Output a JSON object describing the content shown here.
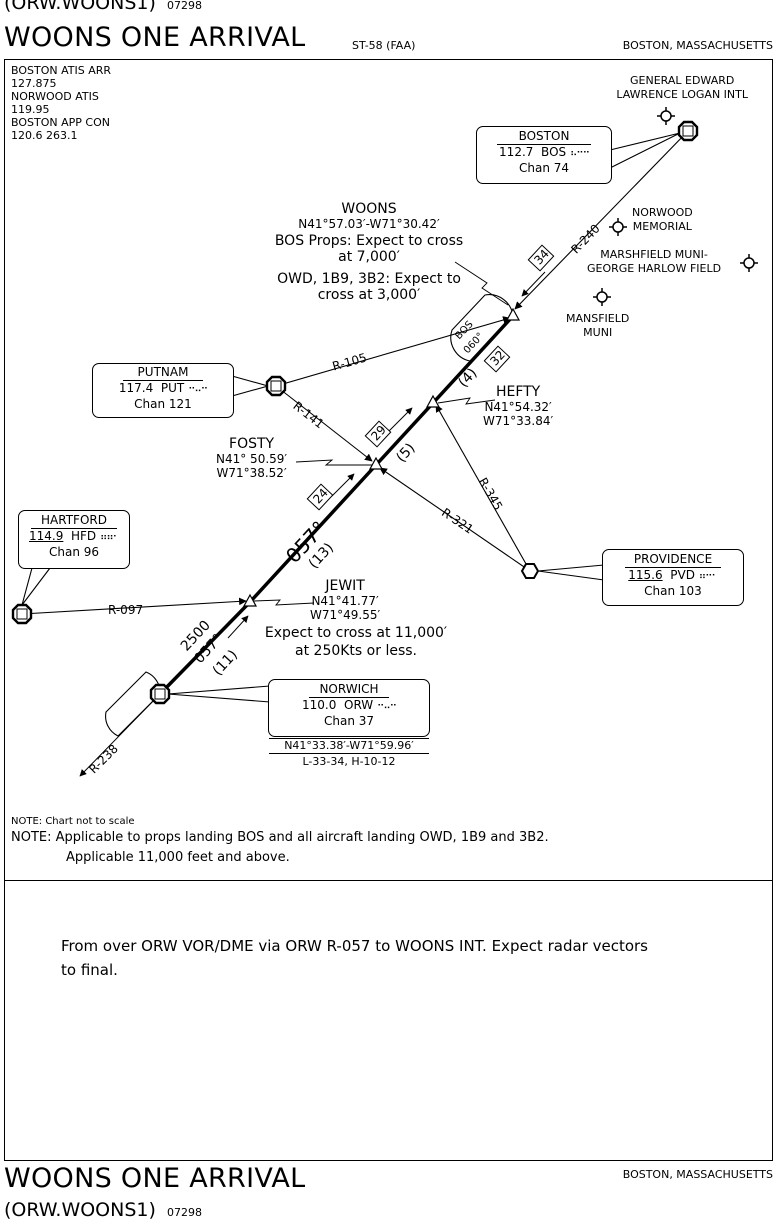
{
  "header": {
    "computer_code": "(ORW.WOONS1)",
    "chart_number": "07298",
    "title": "WOONS ONE ARRIVAL",
    "procedure_ref": "ST-58 (FAA)",
    "location": "BOSTON, MASSACHUSETTS"
  },
  "comms": [
    "BOSTON ATIS ARR",
    "127.875",
    "NORWOOD ATIS",
    "119.95",
    "BOSTON APP CON",
    "120.6  263.1"
  ],
  "airports": {
    "logan": [
      "GENERAL EDWARD",
      "LAWRENCE LOGAN INTL"
    ],
    "norwood": [
      "NORWOOD",
      "MEMORIAL"
    ],
    "marshfield": [
      "MARSHFIELD MUNI-",
      "GEORGE HARLOW FIELD"
    ],
    "mansfield": [
      "MANSFIELD",
      "MUNI"
    ]
  },
  "navaids": {
    "boston": {
      "name": "BOSTON",
      "freq": "112.7",
      "ident": "BOS",
      "chan": "Chan  74"
    },
    "putnam": {
      "name": "PUTNAM",
      "freq": "117.4",
      "ident": "PUT",
      "chan": "Chan  121"
    },
    "hartford": {
      "name": "HARTFORD",
      "freq": "114.9",
      "ident": "HFD",
      "chan": "Chan  96"
    },
    "providence": {
      "name": "PROVIDENCE",
      "freq": "115.6",
      "ident": "PVD",
      "chan": "Chan  103"
    },
    "norwich": {
      "name": "NORWICH",
      "freq": "110.0",
      "ident": "ORW",
      "chan": "Chan  37",
      "coords": "N41°33.38′-W71°59.96′",
      "charts": "L-33-34, H-10-12"
    }
  },
  "fixes": {
    "woons": {
      "name": "WOONS",
      "coords": "N41°57.03′-W71°30.42′",
      "note1a": "BOS Props: Expect to cross",
      "note1b": "at 7,000′",
      "note2a": "OWD, 1B9, 3B2: Expect to",
      "note2b": "cross at 3,000′"
    },
    "hefty": {
      "name": "HEFTY",
      "lat": "N41°54.32′",
      "lon": "W71°33.84′"
    },
    "fosty": {
      "name": "FOSTY",
      "lat": "N41° 50.59′",
      "lon": "W71°38.52′"
    },
    "jewit": {
      "name": "JEWIT",
      "lat": "N41°41.77′",
      "lon": "W71°49.55′",
      "note1": "Expect to cross at 11,000′",
      "note2": "at 250Kts or less."
    }
  },
  "route_labels": {
    "course": "057°",
    "dist_13": "(13)",
    "dist_11": "(11)",
    "mea": "2500",
    "mea_course": "057°",
    "dist_5": "(5)",
    "dist_4": "(4)",
    "alt_24": "24",
    "alt_29": "29",
    "alt_32": "32",
    "alt_34": "34",
    "hold_bos": "BOS",
    "hold_course": "060°",
    "r240": "R-240",
    "r105": "R-105",
    "r141": "R-141",
    "r321": "R-321",
    "r345": "R-345",
    "r097": "R-097",
    "r238": "R-238"
  },
  "notes": {
    "scale": "NOTE: Chart not to scale",
    "applicable1": "NOTE: Applicable to props landing BOS and all aircraft landing OWD, 1B9 and 3B2.",
    "applicable2": "Applicable 11,000 feet and above."
  },
  "narrative": {
    "line1": "From over ORW VOR/DME via ORW R-057 to WOONS INT. Expect radar vectors",
    "line2": "to final."
  },
  "footer": {
    "title": "WOONS ONE ARRIVAL",
    "location": "BOSTON, MASSACHUSETTS",
    "computer_code": "(ORW.WOONS1)",
    "chart_number": "07298"
  }
}
